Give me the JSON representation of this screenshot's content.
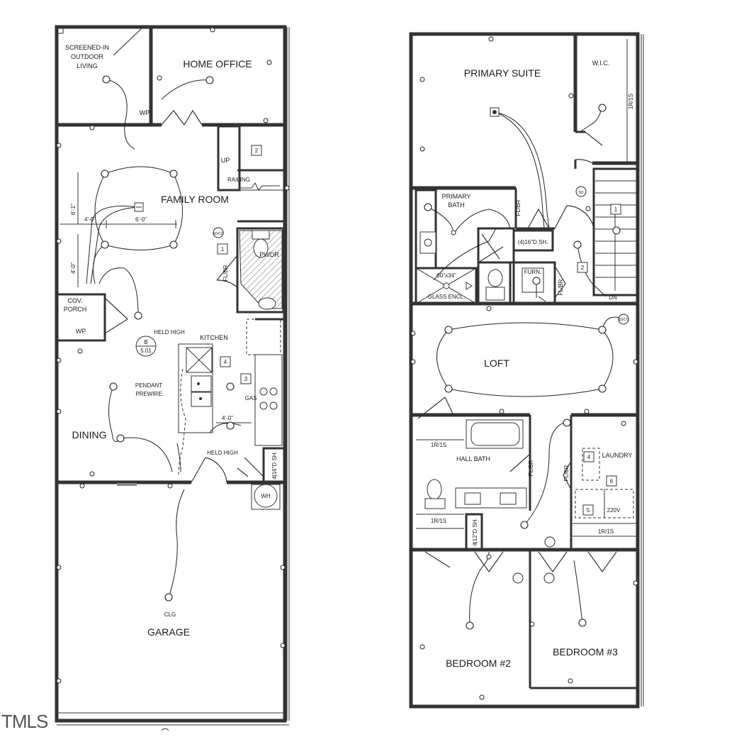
{
  "watermark": "TMLS",
  "first_floor": {
    "rooms": {
      "screened_line1": "SCREENED-IN",
      "screened_line2": "OUTDOOR",
      "screened_line3": "LIVING",
      "home_office": "HOME OFFICE",
      "family_room": "FAMILY ROOM",
      "cov_porch_line1": "COV.",
      "cov_porch_line2": "PORCH",
      "dining": "DINING",
      "kitchen": "KITCHEN",
      "pwdr": "PWDR",
      "garage": "GARAGE"
    },
    "labels": {
      "wp_top": "WP",
      "wp_porch": "WP",
      "up": "UP",
      "railing": "RAILING",
      "fl_br": "FL/BR",
      "held_high_top": "HELD HIGH",
      "held_high_bottom": "HELD HIGH",
      "pendant_line1": "PENDANT",
      "pendant_line2": "PREWIRE",
      "gas": "GAS",
      "shelf": "4|16\"D SH.",
      "wh": "WH",
      "clg": "CLG",
      "dim_6_1": "6'-1\"",
      "dim_4_0_a": "4'-0\"",
      "dim_6_0": "6'-0\"",
      "dim_4_0_b": "4'-0\"",
      "dim_4_0_c": "4'-0\"",
      "ref_b": "B",
      "ref_501": "5.01",
      "smoke": "SD/CO"
    },
    "tags": [
      "1",
      "2",
      "3",
      "4"
    ]
  },
  "second_floor": {
    "rooms": {
      "primary_suite": "PRIMARY SUITE",
      "wic": "W.I.C.",
      "primary_bath_line1": "PRIMARY",
      "primary_bath_line2": "BATH",
      "loft": "LOFT",
      "hall_bath": "HALL BATH",
      "laundry": "LAUNDRY",
      "bedroom2": "BEDROOM #2",
      "bedroom3": "BEDROOM #3",
      "furn": "FURN."
    },
    "labels": {
      "shelf_16": "(4)16\"D SH.",
      "shower": "60\"x34\"",
      "glass_encl": "GLASS ENCL.",
      "fl_br_a": "FL/BR",
      "fl_br_b": "FL/BR",
      "fl_br_c": "FL/BR",
      "fl_br_d": "FL/BR",
      "r_s_top": "1R/1S",
      "r_s_hall": "1R/1S",
      "r_s_bath": "1R/1S",
      "r_s_laundry": "1R/1S",
      "shelf_12": "4|12\"D SH.",
      "v220": "220V",
      "dn": "DN",
      "sd": "SD",
      "sdco": "SD/CO"
    },
    "tags": [
      "1",
      "2",
      "4",
      "5",
      "6"
    ]
  }
}
